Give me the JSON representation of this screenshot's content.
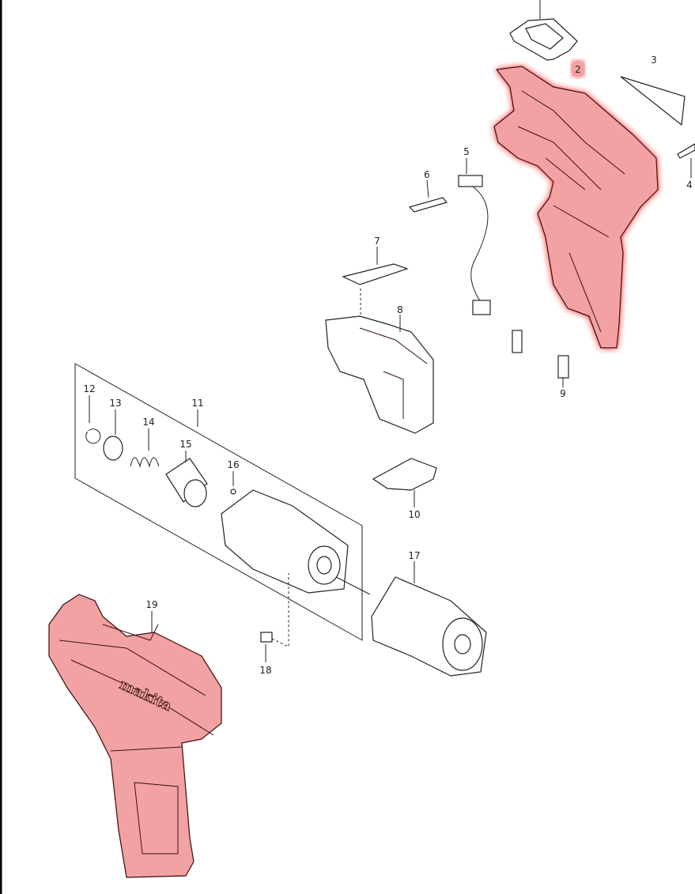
{
  "diagram": {
    "brand_logo": "makita",
    "highlight_color": "#f2a2a2",
    "glow_color": "#ff2020",
    "highlighted_part": "2",
    "labels": {
      "p2": "2",
      "p3": "3",
      "p4": "4",
      "p5": "5",
      "p6": "6",
      "p7": "7",
      "p8": "8",
      "p9": "9",
      "p10": "10",
      "p11": "11",
      "p12": "12",
      "p13": "13",
      "p14": "14",
      "p15": "15",
      "p16": "16",
      "p17": "17",
      "p18": "18",
      "p19": "19"
    }
  }
}
